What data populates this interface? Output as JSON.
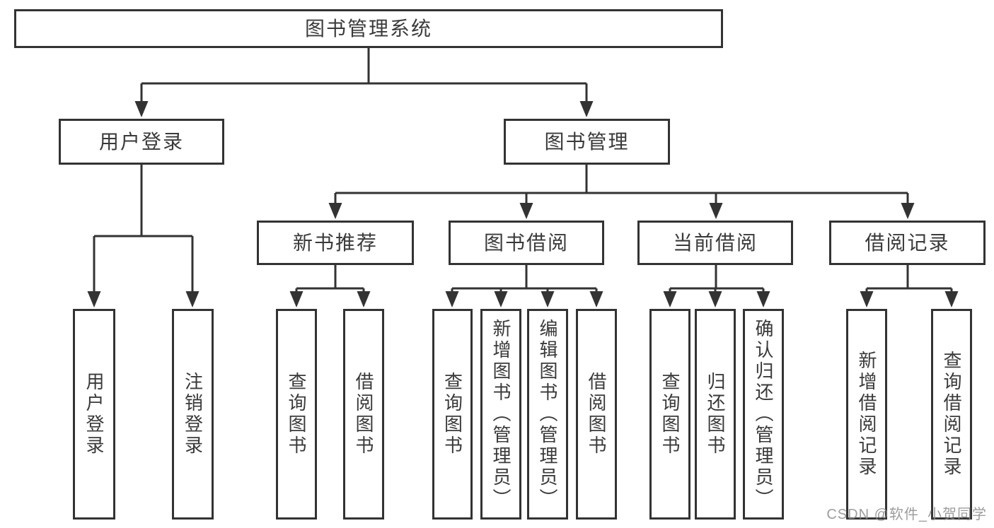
{
  "diagram": {
    "root": {
      "label": "图书管理系统"
    },
    "level2": [
      {
        "label": "用户登录",
        "parent": "图书管理系统"
      },
      {
        "label": "图书管理",
        "parent": "图书管理系统"
      }
    ],
    "level3": [
      {
        "label": "新书推荐",
        "parent": "图书管理"
      },
      {
        "label": "图书借阅",
        "parent": "图书管理"
      },
      {
        "label": "当前借阅",
        "parent": "图书管理"
      },
      {
        "label": "借阅记录",
        "parent": "图书管理"
      }
    ],
    "leaves": [
      {
        "label": "用户登录",
        "parent": "用户登录"
      },
      {
        "label": "注销登录",
        "parent": "用户登录"
      },
      {
        "label": "查询图书",
        "parent": "新书推荐"
      },
      {
        "label": "借阅图书",
        "parent": "新书推荐"
      },
      {
        "label": "查询图书",
        "parent": "图书借阅"
      },
      {
        "label": "新增图书（管理员）",
        "parent": "图书借阅"
      },
      {
        "label": "编辑图书（管理员）",
        "parent": "图书借阅"
      },
      {
        "label": "借阅图书",
        "parent": "图书借阅"
      },
      {
        "label": "查询图书",
        "parent": "当前借阅"
      },
      {
        "label": "归还图书",
        "parent": "当前借阅"
      },
      {
        "label": "确认归还（管理员）",
        "parent": "当前借阅"
      },
      {
        "label": "新增借阅记录",
        "parent": "借阅记录"
      },
      {
        "label": "查询借阅记录",
        "parent": "借阅记录"
      }
    ],
    "colors": {
      "line": "#333333",
      "box_border": "#333333",
      "text": "#3a3a3a",
      "background": "#ffffff",
      "watermark": "#8c8c8c"
    }
  },
  "watermark": {
    "text": "CSDN @软件_小贺同学"
  }
}
